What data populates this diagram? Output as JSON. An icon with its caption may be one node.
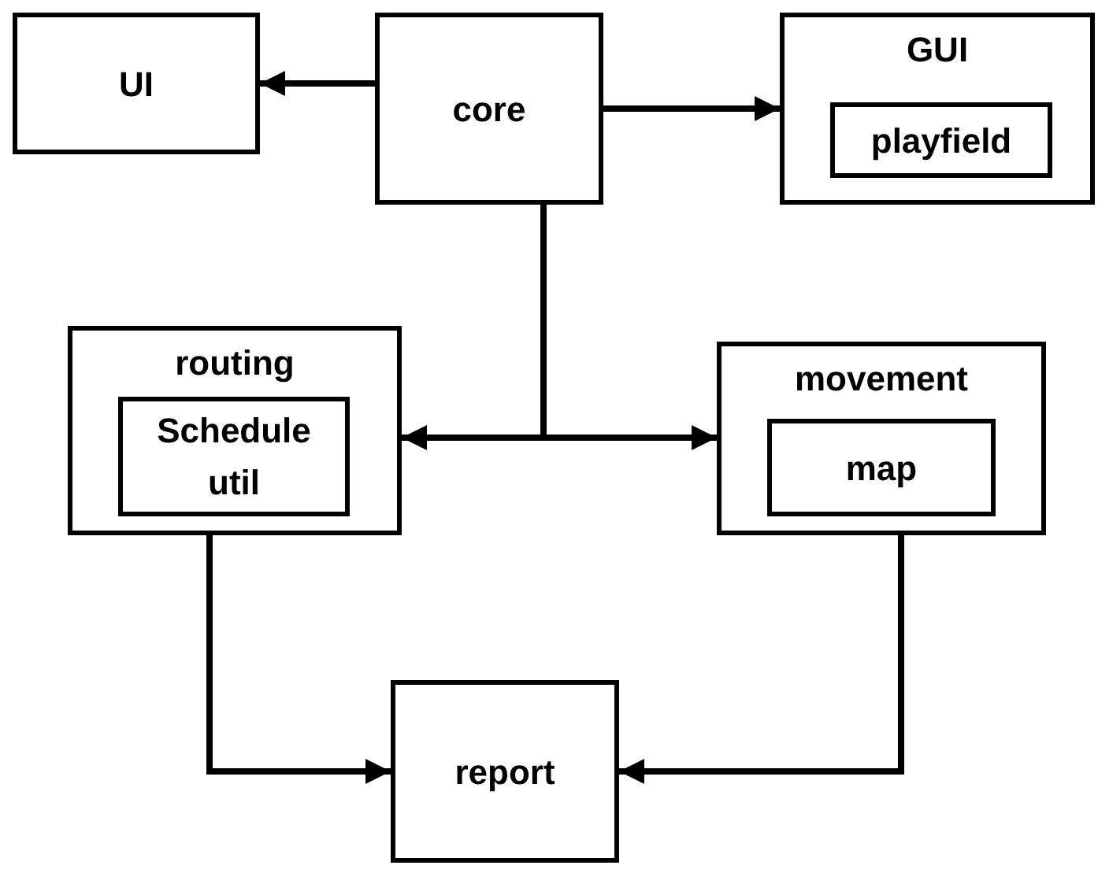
{
  "diagram": {
    "nodes": [
      {
        "text": [
          "UI"
        ]
      },
      {
        "text": [
          "core"
        ]
      },
      {
        "text": [
          "GUI"
        ]
      },
      {
        "text": [
          "playfield"
        ],
        "in": 2
      },
      {
        "text": [
          "routing"
        ]
      },
      {
        "text": [
          "Schedule util"
        ],
        "in": 4
      },
      {
        "text": [
          "movement"
        ]
      },
      {
        "text": [
          "map"
        ],
        "in": 6
      },
      {
        "text": [
          "report"
        ]
      }
    ],
    "edges": [
      {
        "from": 1,
        "to": 0,
        "arrow": "to"
      },
      {
        "from": 1,
        "to": 2,
        "arrow": "to"
      },
      {
        "from": 1,
        "to": 4,
        "arrow": "to"
      },
      {
        "from": 1,
        "to": 6,
        "arrow": "to"
      },
      {
        "from": 4,
        "to": 8,
        "arrow": "to"
      },
      {
        "from": 6,
        "to": 8,
        "arrow": "to"
      }
    ]
  }
}
